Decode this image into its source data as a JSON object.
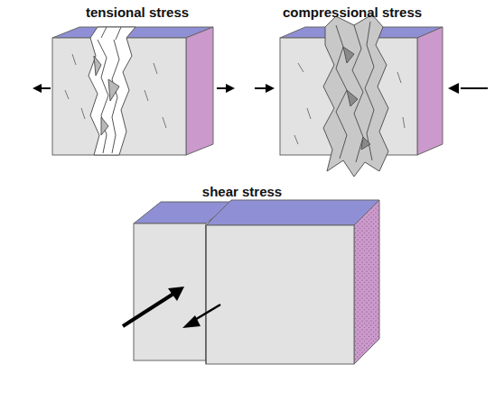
{
  "diagram": {
    "labels": [
      "tensional stress",
      "compressional stress",
      "shear stress"
    ]
  }
}
